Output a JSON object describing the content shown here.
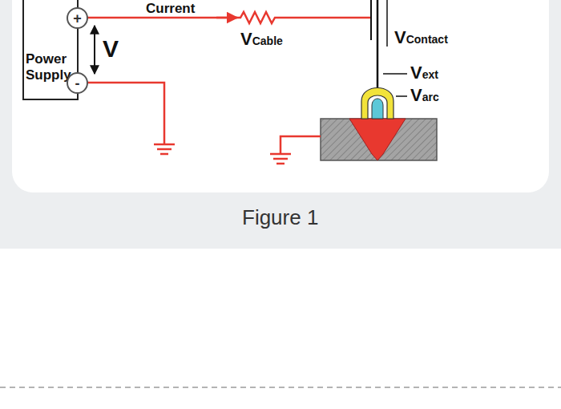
{
  "diagram": {
    "caption": "Figure 1",
    "nodes": [
      {
        "text": [
          "Power Supply"
        ]
      },
      {
        "text": [
          "+"
        ],
        "in": 0
      },
      {
        "text": [
          "-"
        ],
        "in": 0
      }
    ],
    "labels": [
      "Current",
      "V",
      "VCable",
      "VContact",
      "Vext",
      "Varc"
    ]
  }
}
